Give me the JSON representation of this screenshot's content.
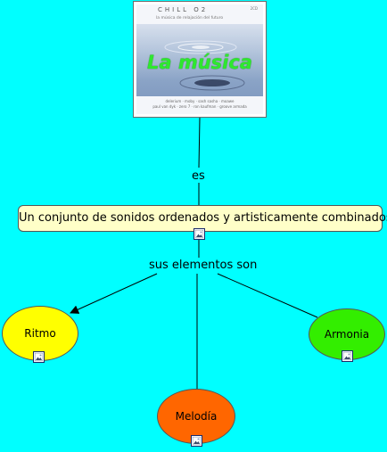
{
  "cover": {
    "title": "CHILL O2",
    "subtitle": "la música de relajación del futuro",
    "badge": "2CD",
    "overlay_text": "La música",
    "footer_line1": "delerium · moby · sash sasha · moawe",
    "footer_line2": "paul van dyk · zero 7 · ron kaufman · groove armada"
  },
  "links": {
    "link1": "es",
    "link2": "sus elementos son"
  },
  "concepts": {
    "main": "Un conjunto de sonidos ordenados y artisticamente combinados.",
    "ritmo": "Ritmo",
    "armonia": "Armonia",
    "melodia": "Melodía"
  },
  "colors": {
    "background": "#00ffff",
    "main_box": "#ffffc8",
    "ritmo": "#ffff00",
    "armonia": "#33ee00",
    "melodia": "#ff6600"
  },
  "icons": {
    "resource": "image-resource-icon"
  }
}
